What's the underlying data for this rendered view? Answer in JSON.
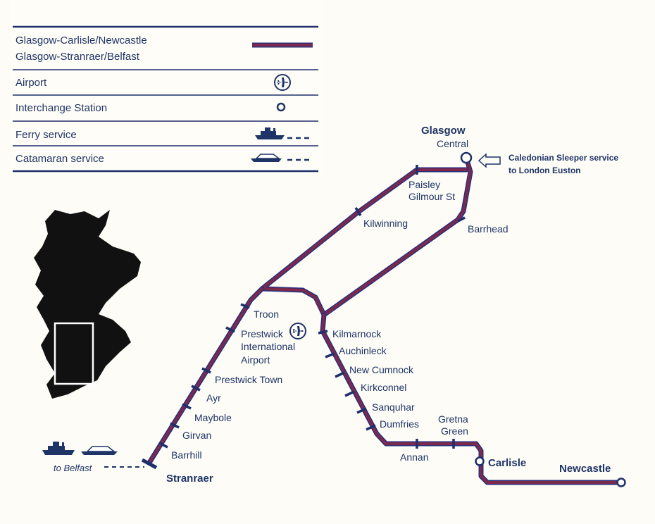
{
  "legend": {
    "route_line_1": "Glasgow-Carlisle/Newcastle",
    "route_line_2": "Glasgow-Stranraer/Belfast",
    "airport": "Airport",
    "interchange": "Interchange Station",
    "ferry": "Ferry service",
    "catamaran": "Catamaran service"
  },
  "stations": {
    "glasgow_1": "Glasgow",
    "glasgow_2": "Central",
    "paisley_1": "Paisley",
    "paisley_2": "Gilmour St",
    "kilwinning": "Kilwinning",
    "barrhead": "Barrhead",
    "troon": "Troon",
    "prestwick_airport_1": "Prestwick",
    "prestwick_airport_2": "International",
    "prestwick_airport_3": "Airport",
    "prestwick_town": "Prestwick Town",
    "ayr": "Ayr",
    "maybole": "Maybole",
    "girvan": "Girvan",
    "barrhill": "Barrhill",
    "stranraer": "Stranraer",
    "kilmarnock": "Kilmarnock",
    "auchinleck": "Auchinleck",
    "new_cumnock": "New Cumnock",
    "kirkconnel": "Kirkconnel",
    "sanquhar": "Sanquhar",
    "dumfries": "Dumfries",
    "annan": "Annan",
    "gretna_1": "Gretna",
    "gretna_2": "Green",
    "carlisle": "Carlisle",
    "newcastle": "Newcastle"
  },
  "annotations": {
    "sleeper_1": "Caledonian Sleeper service",
    "sleeper_2": "to London Euston",
    "belfast": "to Belfast"
  },
  "colors": {
    "line": "#7b2a4d",
    "line_edge": "#2a2f7a",
    "text": "#1e3466",
    "legend_rule": "#1e2f6b",
    "legend_bg": "#fffdf8",
    "map_land": "#111111"
  },
  "icons": {
    "airport": "airplane-icon",
    "interchange": "interchange-circle-icon",
    "ferry": "ferry-icon",
    "catamaran": "catamaran-icon",
    "sleeper": "arrow-left-icon",
    "scotland": "scotland-map-icon"
  }
}
